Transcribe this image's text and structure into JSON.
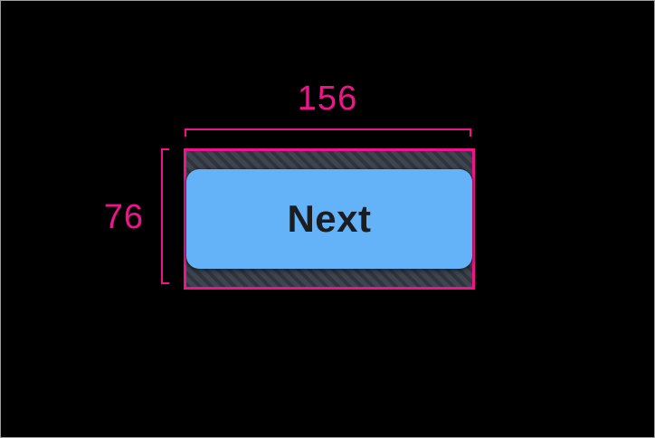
{
  "frame": {
    "background_color": "#000000",
    "border_color": "#9e9e9e"
  },
  "measurement_overlay": {
    "accent_color": "#f0148c",
    "width_label": "156",
    "height_label": "76"
  },
  "tap_target_padding": {
    "base_color": "#3e4450",
    "stripe_color": "#2f343d"
  },
  "button": {
    "label": "Next",
    "fill_color": "#64b2f7",
    "label_color": "#1a1d21"
  }
}
